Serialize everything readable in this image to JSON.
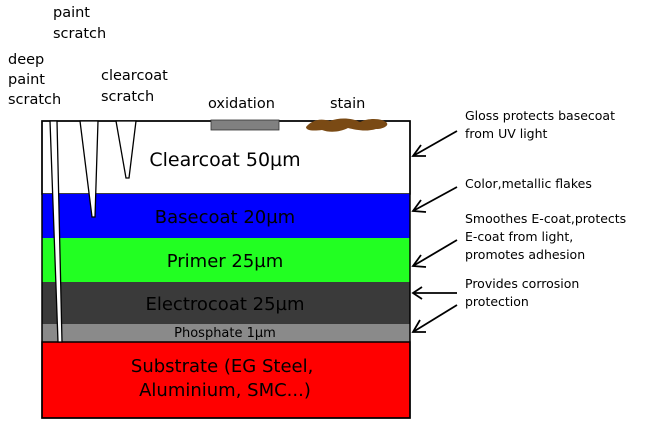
{
  "labels": {
    "deep_scratch": [
      "deep",
      "paint",
      "scratch"
    ],
    "paint_scratch": [
      "paint",
      "scratch"
    ],
    "clearcoat_scratch": [
      "clearcoat",
      "scratch"
    ],
    "oxidation": "oxidation",
    "stain": "stain"
  },
  "layers": {
    "clearcoat": {
      "label": "Clearcoat 50µm",
      "color": "#ffffff"
    },
    "basecoat": {
      "label": "Basecoat 20µm",
      "color": "#0000ff"
    },
    "primer": {
      "label": "Primer 25µm",
      "color": "#22ff22"
    },
    "electrocoat": {
      "label": "Electrocoat 25µm",
      "color": "#3a3a3a"
    },
    "phosphate": {
      "label": "Phosphate 1µm",
      "color": "#8a8a8a"
    },
    "substrate": {
      "label": [
        "Substrate (EG Steel,",
        "Aluminium, SMC...)"
      ],
      "color": "#ff0000"
    }
  },
  "defect_colors": {
    "oxidation": "#808080",
    "stain": "#7a4a14"
  },
  "notes": {
    "gloss": [
      "Gloss protects basecoat",
      "from UV light"
    ],
    "color": [
      "Color,metallic flakes"
    ],
    "primer": [
      "Smoothes E-coat,protects",
      "E-coat from light,",
      "promotes adhesion"
    ],
    "corrosion": [
      "Provides corrosion",
      "protection"
    ]
  }
}
